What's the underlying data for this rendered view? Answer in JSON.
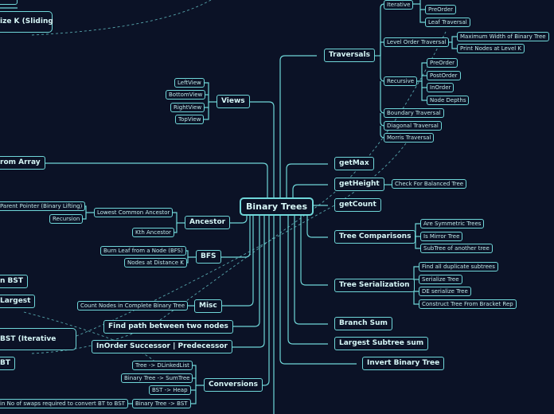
{
  "root": "Binary Trees",
  "right": {
    "traversals": "Traversals",
    "iterative": "Iterative",
    "preorder_top": "PreOrder",
    "leaf_traversal": "Leaf Traversal",
    "level_order": "Level Order Traversal",
    "max_width": "Maximum Width of Binary Tree",
    "print_level_k": "Print Nodes at Level K",
    "recursive": "Recursive",
    "rec_preorder": "PreOrder",
    "rec_postorder": "PostOrder",
    "rec_inorder": "InOrder",
    "rec_depths": "Node Depths",
    "boundary": "Boundary Traversal",
    "diagonal": "Diagonal Traversal",
    "morris": "Morris Traversal",
    "get_max": "getMax",
    "get_height": "getHeight",
    "check_balanced": "Check For Balanced Tree",
    "get_count": "getCount",
    "tree_comparisons": "Tree Comparisons",
    "are_symmetric": "Are Symmetric Trees",
    "is_mirror": "Is Mirror Tree",
    "subtree_of_another": "SubTree of another tree",
    "tree_serialization": "Tree Serialization",
    "find_duplicates": "Find all duplicate subtrees",
    "serialize": "Serialize Tree",
    "deserialize": "DE serialize Tree",
    "bracket_rep": "Construct Tree From Bracket Rep",
    "branch_sum": "Branch Sum",
    "largest_subtree_sum": "Largest Subtree sum",
    "invert": "Invert Binary Tree"
  },
  "left": {
    "views": "Views",
    "left_view": "LeftView",
    "bottom_view": "BottomView",
    "right_view": "RightView",
    "top_view": "TopView",
    "from_array": "rom Array",
    "ancestor": "Ancestor",
    "lca": "Lowest Common Ancestor",
    "parent_pointer": "Parent Pointer (Binary Lifting)",
    "recursion": "Recursion",
    "kth_ancestor": "Kth Ancestor",
    "bfs": "BFS",
    "burn_leaf": "Burn Leaf from a Node (BFS)",
    "nodes_distance_k": "Nodes at Distance K",
    "misc": "Misc",
    "count_complete": "Count Nodes in Complete Binary Tree",
    "find_path": "Find path between two nodes",
    "inorder_successor": "InOrder Successor | Predecessor",
    "conversions": "Conversions",
    "tree_dll": "Tree -> DLinkedList",
    "bt_sumtree": "Binary Tree -> SumTree",
    "bst_heap": "BST -> Heap",
    "bt_bst": "Binary Tree -> BST",
    "min_swaps": "in No of swaps required to convert BT to BST"
  },
  "offscreen": {
    "size_k": "ize K (Sliding",
    "n_bst": "n BST",
    "largest": "Largest",
    "bst_iterative": "BST (Iterative",
    "bt": "BT"
  },
  "colors": {
    "background": "#0b1226",
    "line": "#6fd6d8",
    "text": "#d6f6f6"
  }
}
